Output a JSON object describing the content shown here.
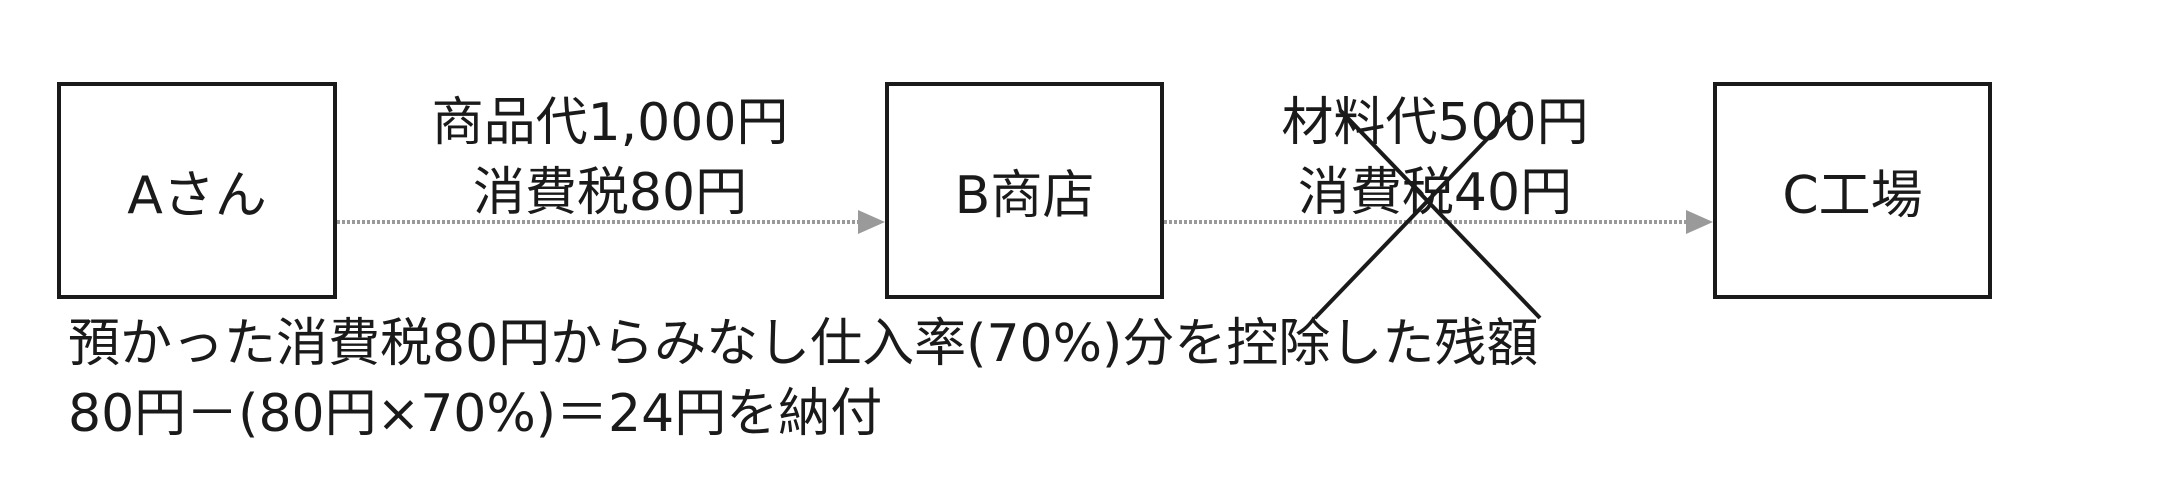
{
  "nodes": {
    "a": {
      "label": "Aさん"
    },
    "b": {
      "label": "B商店"
    },
    "c": {
      "label": "C工場"
    }
  },
  "flows": {
    "ab": {
      "line1": "商品代1,000円",
      "line2": "消費税80円"
    },
    "bc": {
      "line1": "材料代500円",
      "line2": "消費税40円",
      "crossed_out": true
    }
  },
  "note": {
    "line1": "預かった消費税80円からみなし仕入率(70%)分を控除した残額",
    "line2": "80円－(80円×70%)＝24円を納付"
  },
  "colors": {
    "ink": "#1a1a1a",
    "arrow": "#9a9a9a"
  }
}
